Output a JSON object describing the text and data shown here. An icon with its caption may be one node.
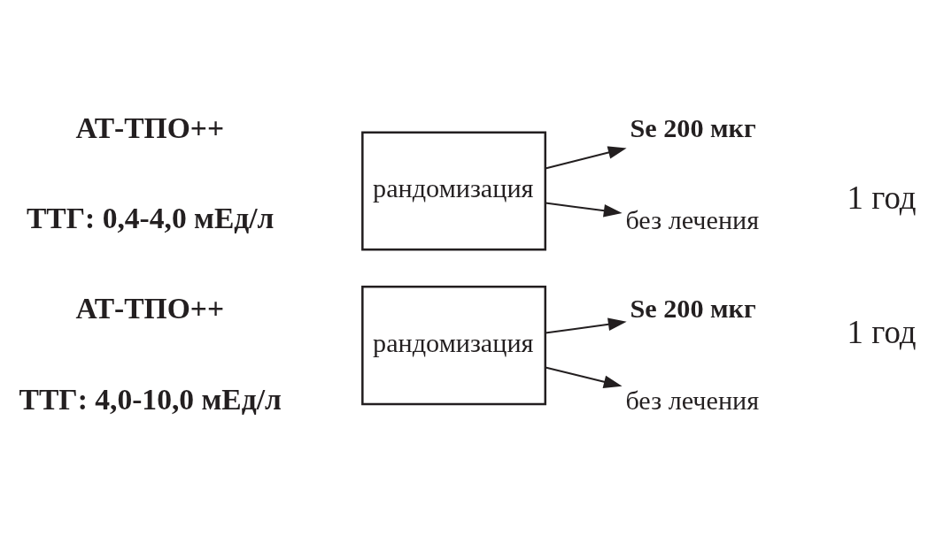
{
  "diagram": {
    "nodes": [
      {
        "text": [
          "рандомизация"
        ]
      },
      {
        "text": [
          "Se 200 мкг"
        ]
      },
      {
        "text": [
          "без лечения"
        ]
      },
      {
        "text": [
          "рандомизация"
        ]
      },
      {
        "text": [
          "Se 200 мкг"
        ]
      },
      {
        "text": [
          "без лечения"
        ]
      }
    ],
    "edges": [
      {
        "from": 0,
        "to": 1,
        "arrow": "to"
      },
      {
        "from": 0,
        "to": 2,
        "arrow": "to"
      },
      {
        "from": 3,
        "to": 4,
        "arrow": "to"
      },
      {
        "from": 3,
        "to": 5,
        "arrow": "to"
      }
    ],
    "labels": [
      "АТ-ТПО++",
      "ТТГ: 0,4-4,0 мЕд/л",
      "1 год",
      "АТ-ТПО++",
      "ТТГ: 4,0-10,0 мЕд/л",
      "1 год"
    ]
  }
}
